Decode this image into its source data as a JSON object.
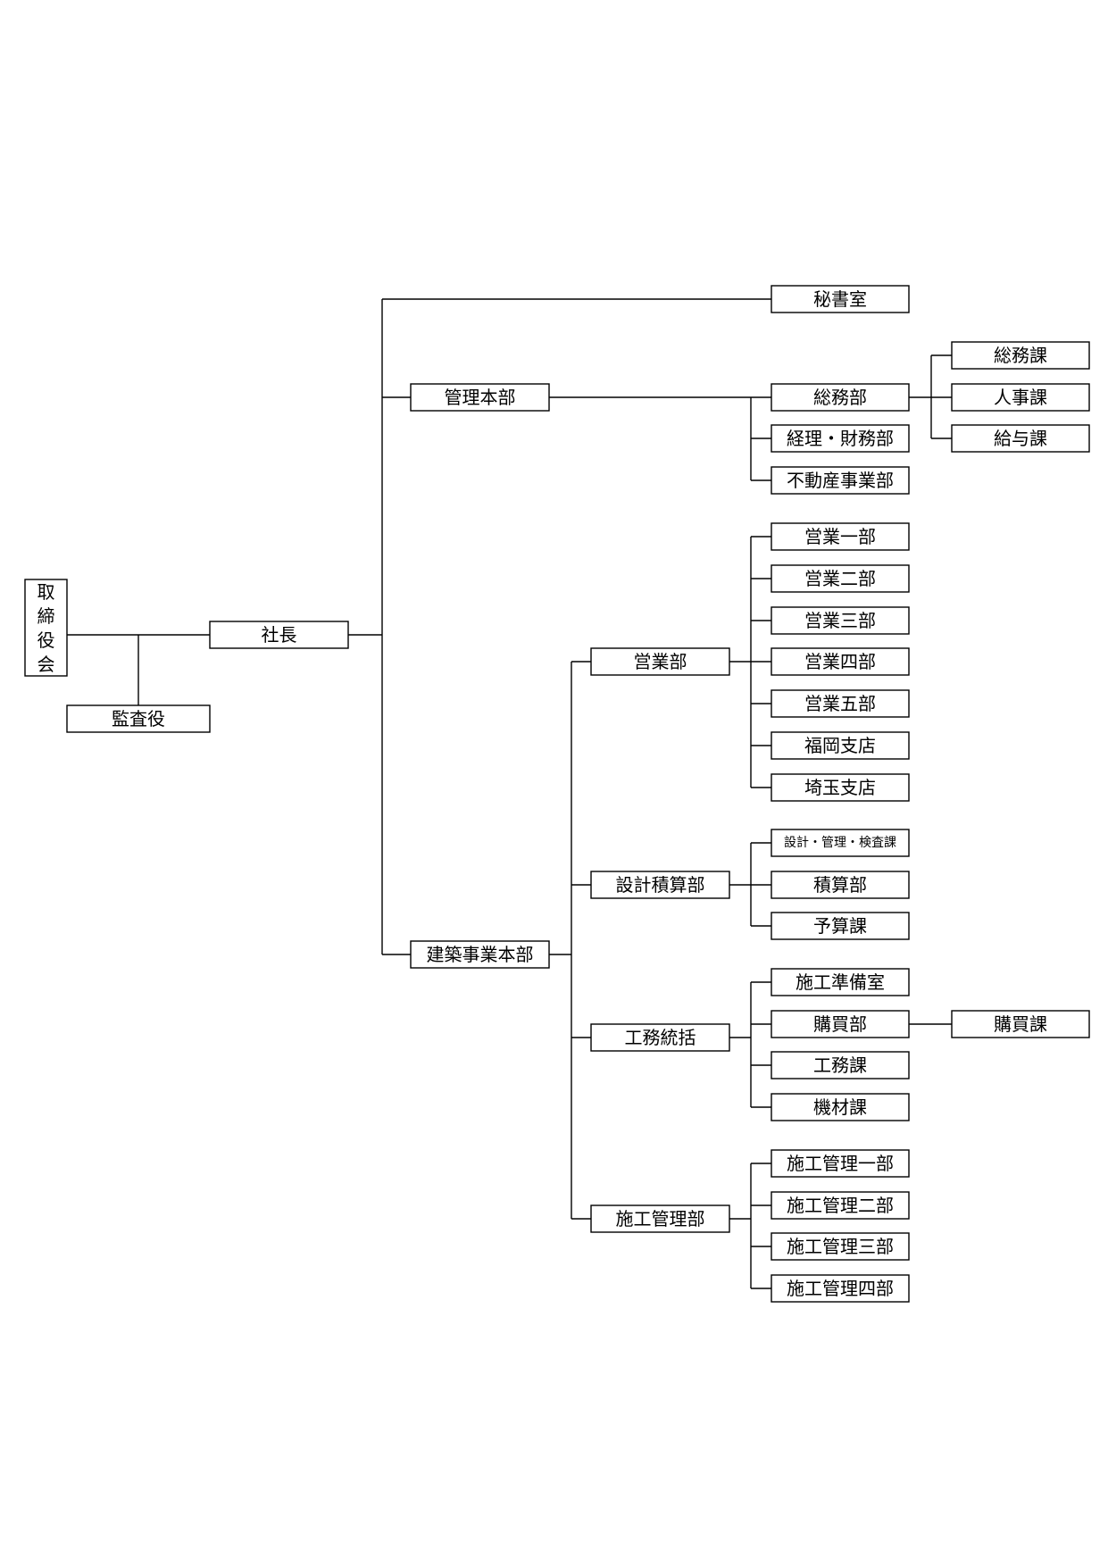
{
  "org": {
    "board": "取締役会",
    "auditor": "監査役",
    "president": "社長",
    "secretary_office": "秘書室",
    "admin_hq": {
      "name": "管理本部",
      "general_affairs": {
        "name": "総務部",
        "sections": [
          "総務課",
          "人事課",
          "給与課"
        ]
      },
      "accounting": "経理・財務部",
      "real_estate": "不動産事業部"
    },
    "construction_hq": {
      "name": "建築事業本部",
      "sales": {
        "name": "営業部",
        "units": [
          "営業一部",
          "営業二部",
          "営業三部",
          "営業四部",
          "営業五部",
          "福岡支店",
          "埼玉支店"
        ]
      },
      "design": {
        "name": "設計積算部",
        "units": [
          "設計・管理・検査課",
          "積算部",
          "予算課"
        ]
      },
      "works": {
        "name": "工務統括",
        "prep": "施工準備室",
        "purchasing": {
          "name": "購買部",
          "section": "購買課"
        },
        "works_section": "工務課",
        "equipment": "機材課"
      },
      "construction_mgmt": {
        "name": "施工管理部",
        "units": [
          "施工管理一部",
          "施工管理二部",
          "施工管理三部",
          "施工管理四部"
        ]
      }
    }
  }
}
